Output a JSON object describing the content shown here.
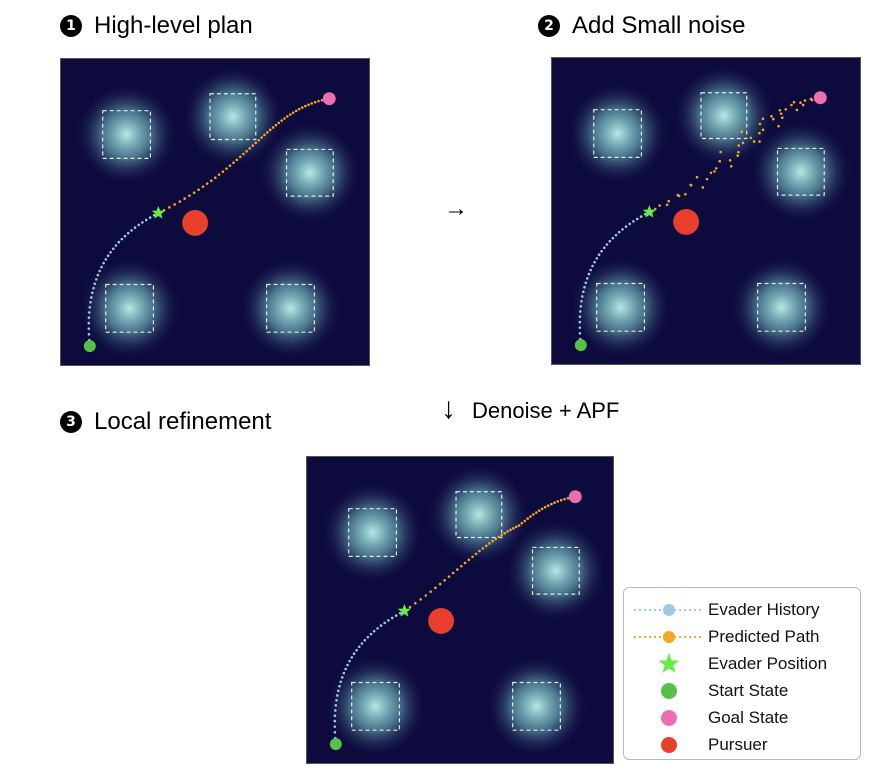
{
  "steps": [
    {
      "number": "1",
      "title": "High-level plan"
    },
    {
      "number": "2",
      "title": "Add Small noise"
    },
    {
      "number": "3",
      "title": "Local refinement"
    }
  ],
  "arrow_right": "→",
  "arrow_down": "↓",
  "transition_label": "Denoise + APF",
  "legend": [
    {
      "label": "Evader History",
      "kind": "history-line",
      "color": "#9ecae1"
    },
    {
      "label": "Predicted Path",
      "kind": "predicted-line",
      "color": "#f5a623"
    },
    {
      "label": "Evader Position",
      "kind": "star",
      "color": "#66ee44"
    },
    {
      "label": "Start State",
      "kind": "dot",
      "color": "#55c247"
    },
    {
      "label": "Goal State",
      "kind": "dot",
      "color": "#ee6fb0"
    },
    {
      "label": "Pursuer",
      "kind": "dot",
      "color": "#e8402c"
    }
  ],
  "colors": {
    "background": "#0d0a3e",
    "obstacle_glow": "#bff5ee",
    "history": "#9ecae1",
    "predicted": "#f5a623",
    "evader": "#66ee44",
    "start": "#55c247",
    "goal": "#ee6fb0",
    "pursuer": "#e8402c"
  }
}
